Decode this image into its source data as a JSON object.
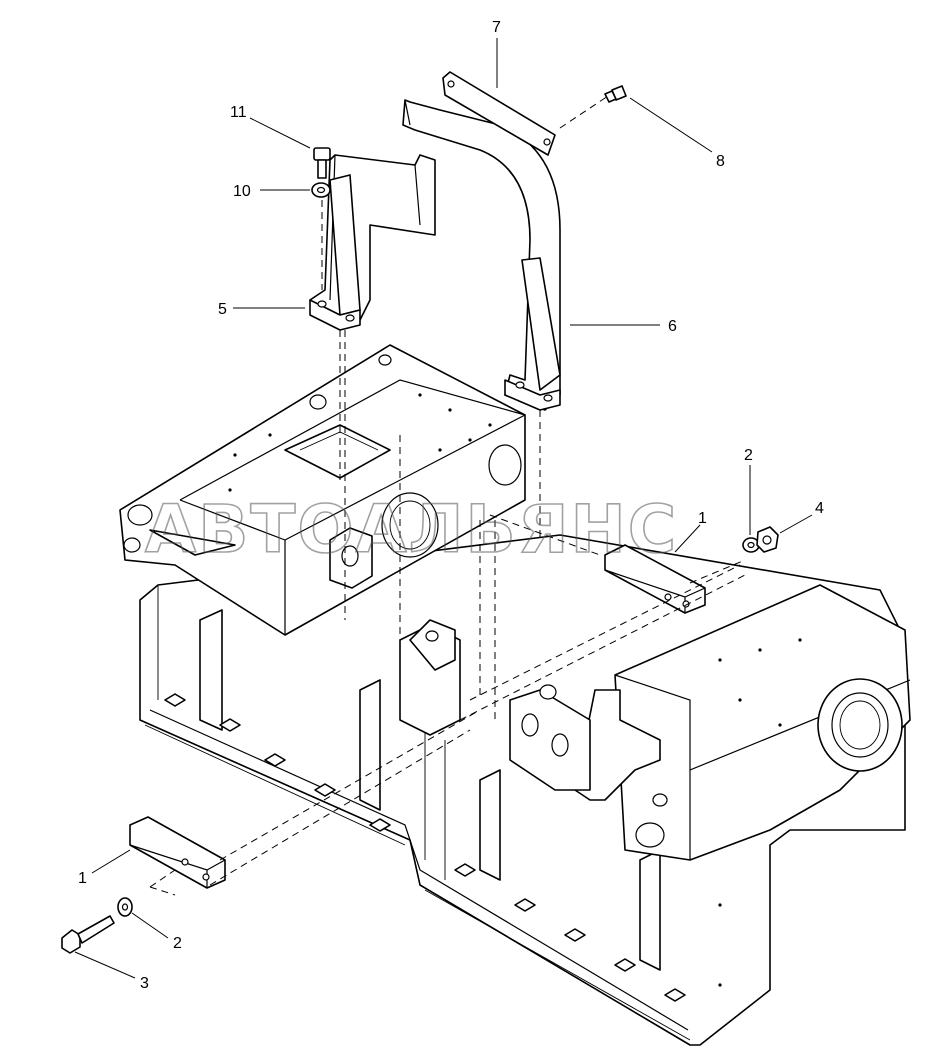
{
  "watermark": "АВТОАЛЬЯНС",
  "callouts": [
    {
      "id": "c7",
      "label": "7"
    },
    {
      "id": "c8",
      "label": "8"
    },
    {
      "id": "c11",
      "label": "11"
    },
    {
      "id": "c10",
      "label": "10"
    },
    {
      "id": "c5",
      "label": "5"
    },
    {
      "id": "c6",
      "label": "6"
    },
    {
      "id": "c2a",
      "label": "2"
    },
    {
      "id": "c4",
      "label": "4"
    },
    {
      "id": "c1a",
      "label": "1"
    },
    {
      "id": "c1b",
      "label": "1"
    },
    {
      "id": "c2b",
      "label": "2"
    },
    {
      "id": "c3",
      "label": "3"
    }
  ]
}
